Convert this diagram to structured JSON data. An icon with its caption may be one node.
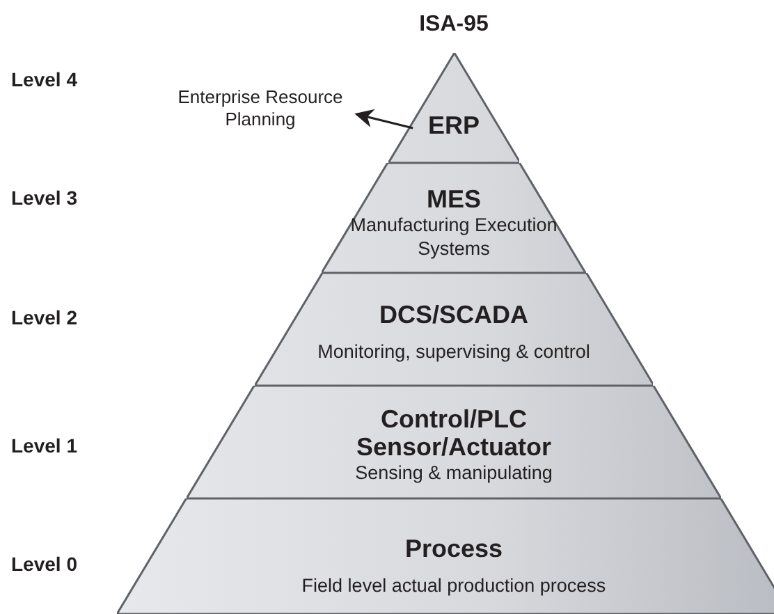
{
  "diagram": {
    "title": "ISA-95",
    "nodes": [
      {
        "text": [
          "ERP"
        ]
      },
      {
        "text": [
          "MES",
          "Manufacturing Execution Systems"
        ]
      },
      {
        "text": [
          "DCS/SCADA",
          "Monitoring, supervising & control"
        ]
      },
      {
        "text": [
          "Control/PLC Sensor/Actuator",
          "Sensing & manipulating"
        ]
      },
      {
        "text": [
          "Process",
          "Field level actual production process"
        ]
      },
      {
        "text": [
          "Enterprise Resource Planning"
        ]
      }
    ],
    "edges": [
      {
        "from": 0,
        "to": 5,
        "arrow": "to"
      }
    ],
    "labels": [
      "Level 4",
      "Level 3",
      "Level 2",
      "Level 1",
      "Level 0"
    ]
  }
}
